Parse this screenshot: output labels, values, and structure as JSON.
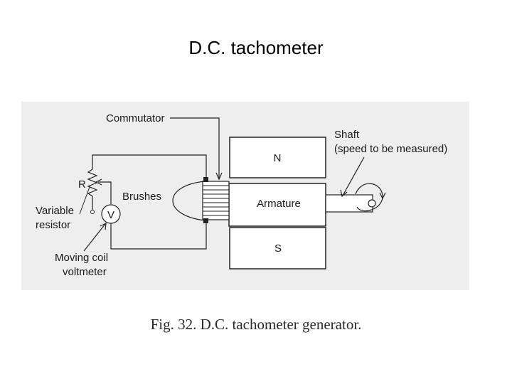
{
  "slide": {
    "title": "D.C. tachometer"
  },
  "diagram": {
    "background_color": "#eeeeee",
    "labels": {
      "commutator": "Commutator",
      "shaft_line1": "Shaft",
      "shaft_line2": "(speed to be measured)",
      "pole_n": "N",
      "pole_s": "S",
      "armature": "Armature",
      "brushes": "Brushes",
      "resistor_symbol": "R",
      "variable_resistor_line1": "Variable",
      "variable_resistor_line2": "resistor",
      "voltmeter_symbol": "V",
      "moving_coil_line1": "Moving coil",
      "moving_coil_line2": "voltmeter"
    }
  },
  "caption": {
    "text": "Fig. 32. D.C. tachometer generator."
  }
}
